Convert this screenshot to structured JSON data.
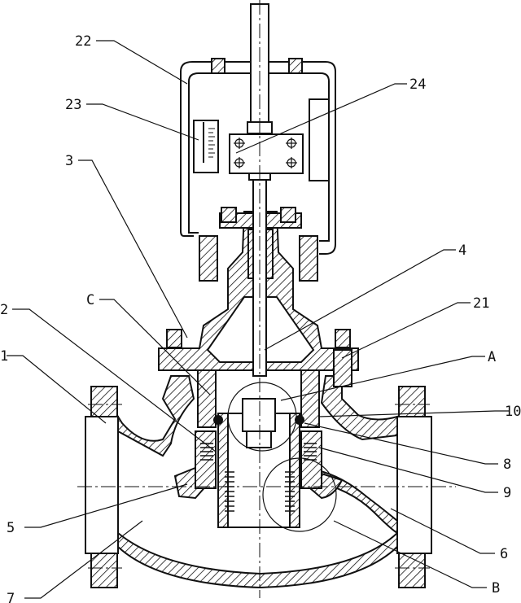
{
  "callouts": [
    {
      "id": "22",
      "text": "22"
    },
    {
      "id": "23",
      "text": "23"
    },
    {
      "id": "24",
      "text": "24"
    },
    {
      "id": "3",
      "text": "3"
    },
    {
      "id": "4",
      "text": "4"
    },
    {
      "id": "c",
      "text": "C"
    },
    {
      "id": "21",
      "text": "21"
    },
    {
      "id": "2",
      "text": "2"
    },
    {
      "id": "a",
      "text": "A"
    },
    {
      "id": "1",
      "text": "1"
    },
    {
      "id": "10",
      "text": "10"
    },
    {
      "id": "8",
      "text": "8"
    },
    {
      "id": "9",
      "text": "9"
    },
    {
      "id": "5",
      "text": "5"
    },
    {
      "id": "6",
      "text": "6"
    },
    {
      "id": "7",
      "text": "7"
    },
    {
      "id": "b",
      "text": "B"
    }
  ]
}
